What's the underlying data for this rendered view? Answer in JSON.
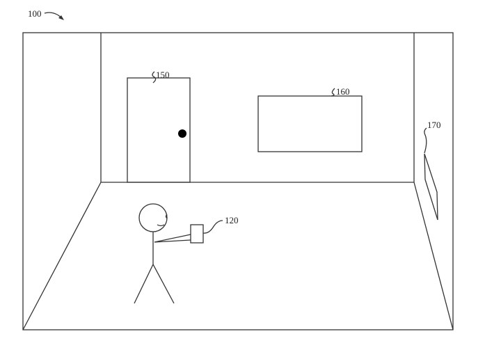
{
  "figure": {
    "ref_room": "100",
    "ref_door": "150",
    "ref_display": "160",
    "ref_wall_device": "170",
    "ref_handheld_device": "120"
  }
}
